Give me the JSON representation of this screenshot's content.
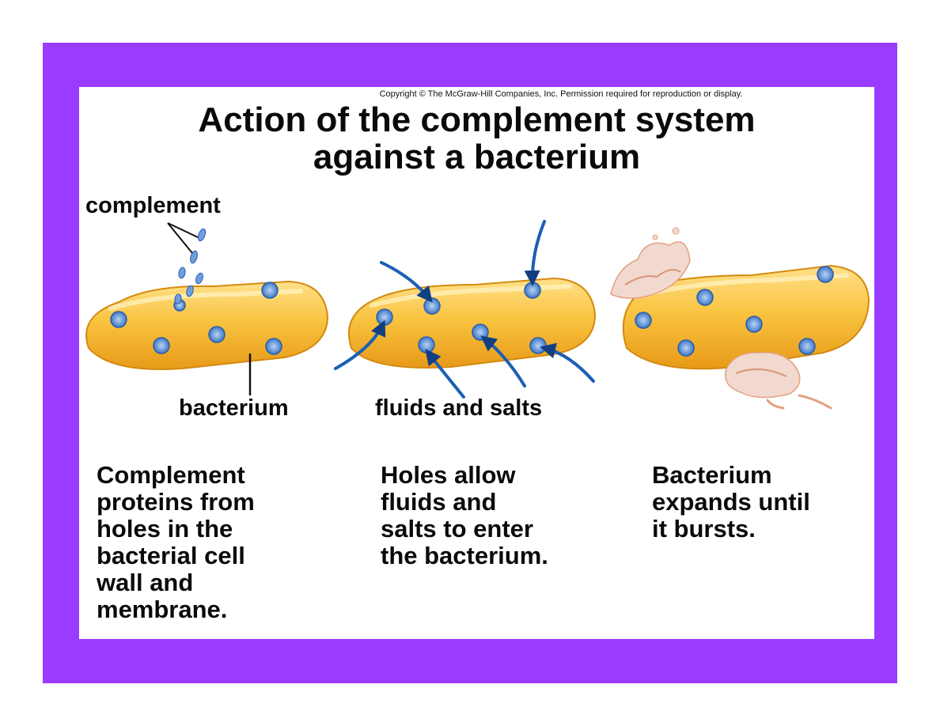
{
  "copyright": "Copyright © The McGraw-Hill Companies, Inc. Permission required for reproduction or display.",
  "title_line1": "Action of the complement system",
  "title_line2": "against a bacterium",
  "labels": {
    "complement": "complement",
    "bacterium": "bacterium",
    "fluids_and_salts": "fluids and salts"
  },
  "captions": {
    "step1": [
      "Complement",
      "proteins from",
      "holes in the",
      "bacterial cell",
      "wall and",
      "membrane."
    ],
    "step2": [
      "Holes allow",
      "fluids and",
      "salts to enter",
      "the bacterium."
    ],
    "step3": [
      "Bacterium",
      "expands until",
      "it bursts."
    ]
  },
  "colors": {
    "frame": "#9a3cff",
    "bacterium_fill": "#f7b830",
    "bacterium_highlight": "#ffe9a8",
    "pore": "#5a8fd6",
    "arrow": "#1a5fb4",
    "debris": "#f1d9cf"
  }
}
